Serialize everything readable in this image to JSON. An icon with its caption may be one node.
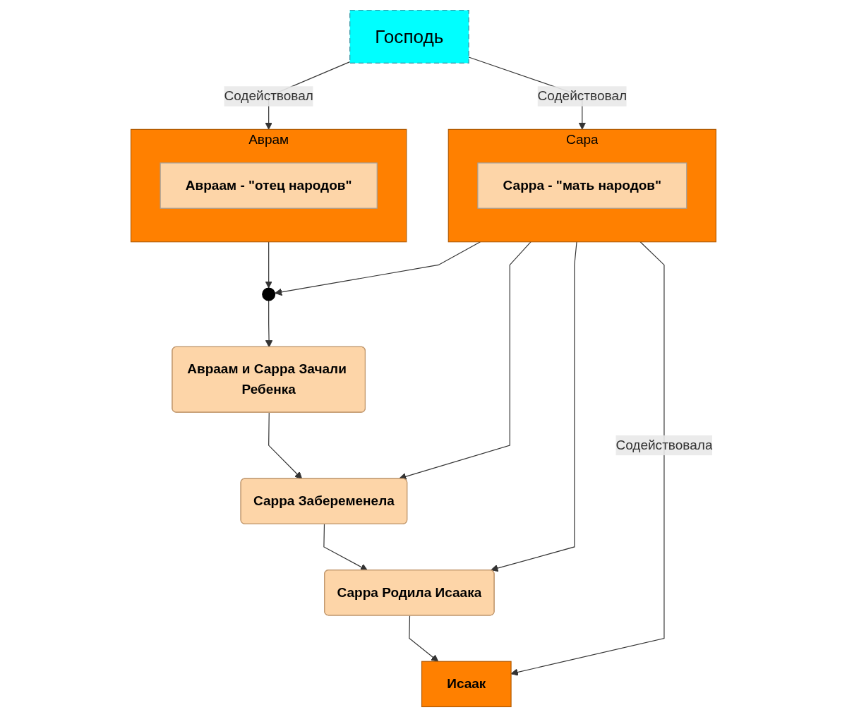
{
  "diagram": {
    "nodes": [
      {
        "text": [
          "Господь"
        ]
      },
      {
        "text": [
          "Аврам"
        ]
      },
      {
        "text": [
          "Авраам - \"отец народов\""
        ],
        "in": 1
      },
      {
        "text": [
          "Сара"
        ]
      },
      {
        "text": [
          "Сарра - \"мать народов\""
        ],
        "in": 3
      },
      {
        "text": [],
        "shape": "circle"
      },
      {
        "text": [
          "Авраам и Сарра Зачали Ребенка"
        ]
      },
      {
        "text": [
          "Сарра Забеременела"
        ]
      },
      {
        "text": [
          "Сарра Родила Исаака"
        ]
      },
      {
        "text": [
          "Исаак"
        ]
      }
    ],
    "edges": [
      {
        "from": 0,
        "to": 1,
        "arrow": "to",
        "label": "Содействовал"
      },
      {
        "from": 0,
        "to": 3,
        "arrow": "to",
        "label": "Содействовал"
      },
      {
        "from": 1,
        "to": 5,
        "arrow": "to"
      },
      {
        "from": 3,
        "to": 5,
        "arrow": "to"
      },
      {
        "from": 5,
        "to": 6,
        "arrow": "to"
      },
      {
        "from": 6,
        "to": 7,
        "arrow": "to"
      },
      {
        "from": 7,
        "to": 8,
        "arrow": "to"
      },
      {
        "from": 8,
        "to": 9,
        "arrow": "to"
      },
      {
        "from": 3,
        "to": 7,
        "arrow": "to"
      },
      {
        "from": 3,
        "to": 8,
        "arrow": "to"
      },
      {
        "from": 3,
        "to": 9,
        "arrow": "to",
        "label": "Содействовала"
      }
    ]
  }
}
